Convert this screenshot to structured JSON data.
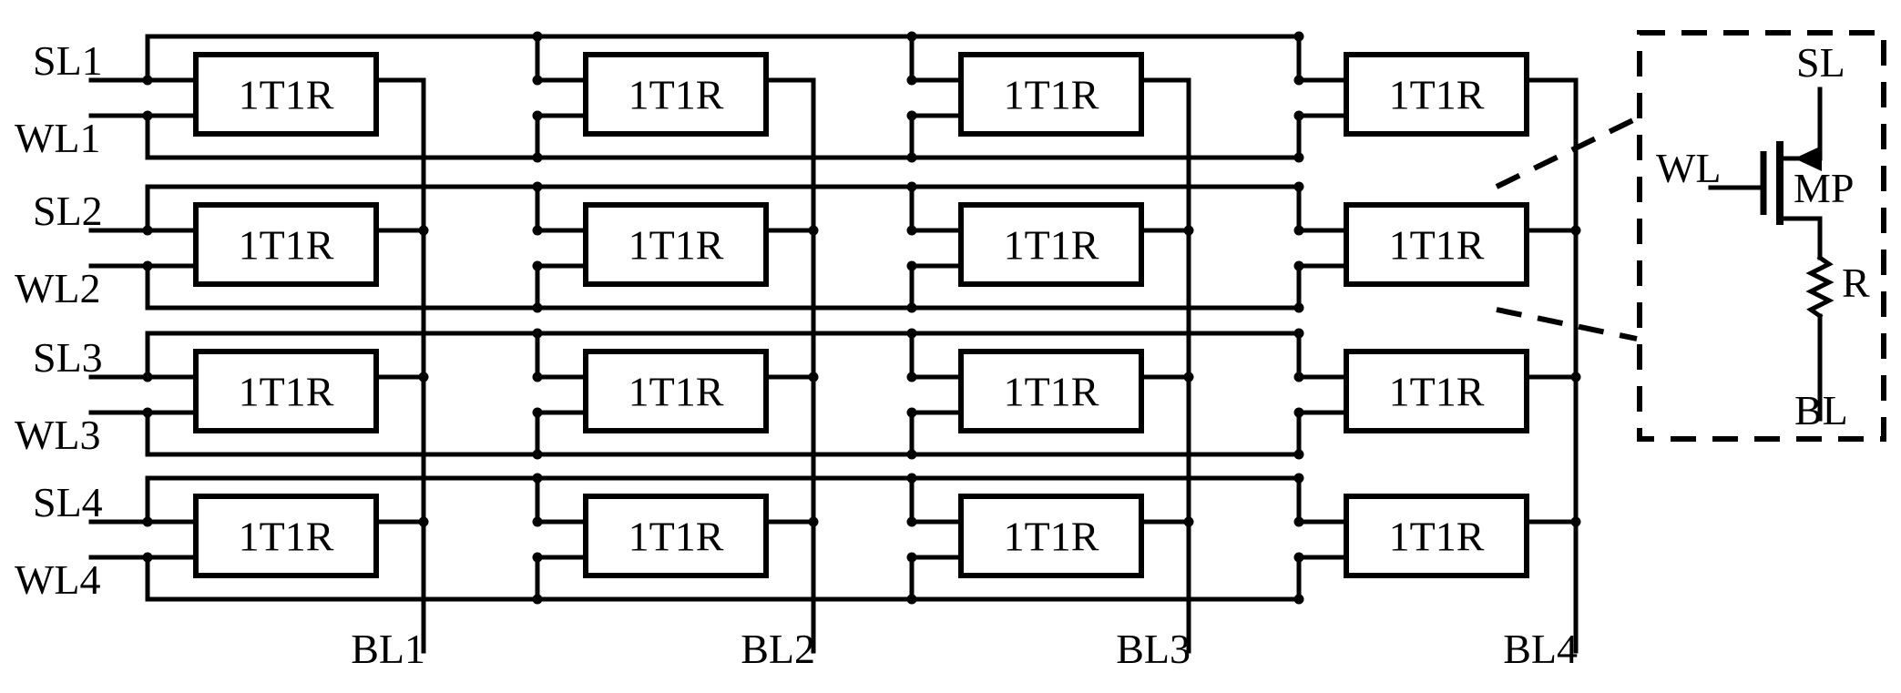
{
  "rows": [
    {
      "sl": "SL1",
      "wl": "WL1"
    },
    {
      "sl": "SL2",
      "wl": "WL2"
    },
    {
      "sl": "SL3",
      "wl": "WL3"
    },
    {
      "sl": "SL4",
      "wl": "WL4"
    }
  ],
  "columns": [
    {
      "bl": "BL1"
    },
    {
      "bl": "BL2"
    },
    {
      "bl": "BL3"
    },
    {
      "bl": "BL4"
    }
  ],
  "cell_label": "1T1R",
  "inset": {
    "sl": "SL",
    "wl": "WL",
    "transistor": "MP",
    "resistor": "R",
    "bl": "BL"
  }
}
